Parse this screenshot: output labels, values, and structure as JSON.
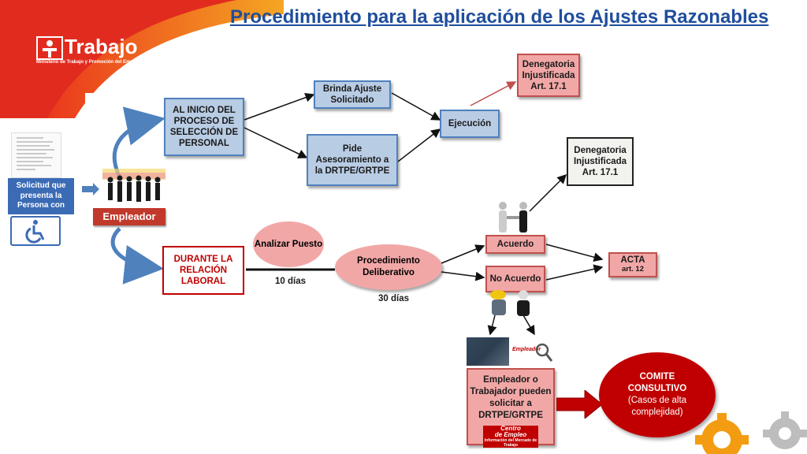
{
  "title": "Procedimiento para la aplicación de los Ajustes Razonables",
  "logo": {
    "name": "Trabajo",
    "subtitle": "Ministerio de Trabajo y Promoción del Empleo"
  },
  "left": {
    "solicitud": "Solicitud que presenta la Persona con",
    "empleador": "Empleador",
    "icon": "wheelchair-icon"
  },
  "top_flow": {
    "inicio": "AL INICIO DEL PROCESO DE SELECCIÓN DE PERSONAL",
    "brinda": "Brinda Ajuste Solicitado",
    "pide": "Pide Asesoramiento a la DRTPE/GRTPE",
    "ejecucion": "Ejecución",
    "denegatoria_top_1": "Denegatoria Injustificada",
    "denegatoria_top_2": "Art. 17.1"
  },
  "bottom_flow": {
    "durante": "DURANTE LA RELACIÓN LABORAL",
    "analizar": "Analizar Puesto",
    "dias10": "10 días",
    "procedimiento": "Procedimiento Deliberativo",
    "dias30": "30 días",
    "acuerdo": "Acuerdo",
    "no_acuerdo": "No Acuerdo",
    "denegatoria_1": "Denegatoria Injustificada",
    "denegatoria_2": "Art. 17.1",
    "acta": "ACTA",
    "acta_art": "art. 12",
    "empleador_o": "Empleador o Trabajador pueden solicitar a DRTPE/GRTPE",
    "centro_1": "Centro",
    "centro_2": "de Empleo",
    "centro_3": "Información del Mercado de Trabajo",
    "empleador_small": "Empleador",
    "comite_1": "COMITE CONSULTIVO",
    "comite_2": "(Casos de alta complejidad)"
  },
  "colors": {
    "blue_fill": "#b8cce4",
    "blue_border": "#4f81bd",
    "pink_fill": "#f2a7a7",
    "red": "#c00000",
    "title": "#1f4e9c"
  }
}
